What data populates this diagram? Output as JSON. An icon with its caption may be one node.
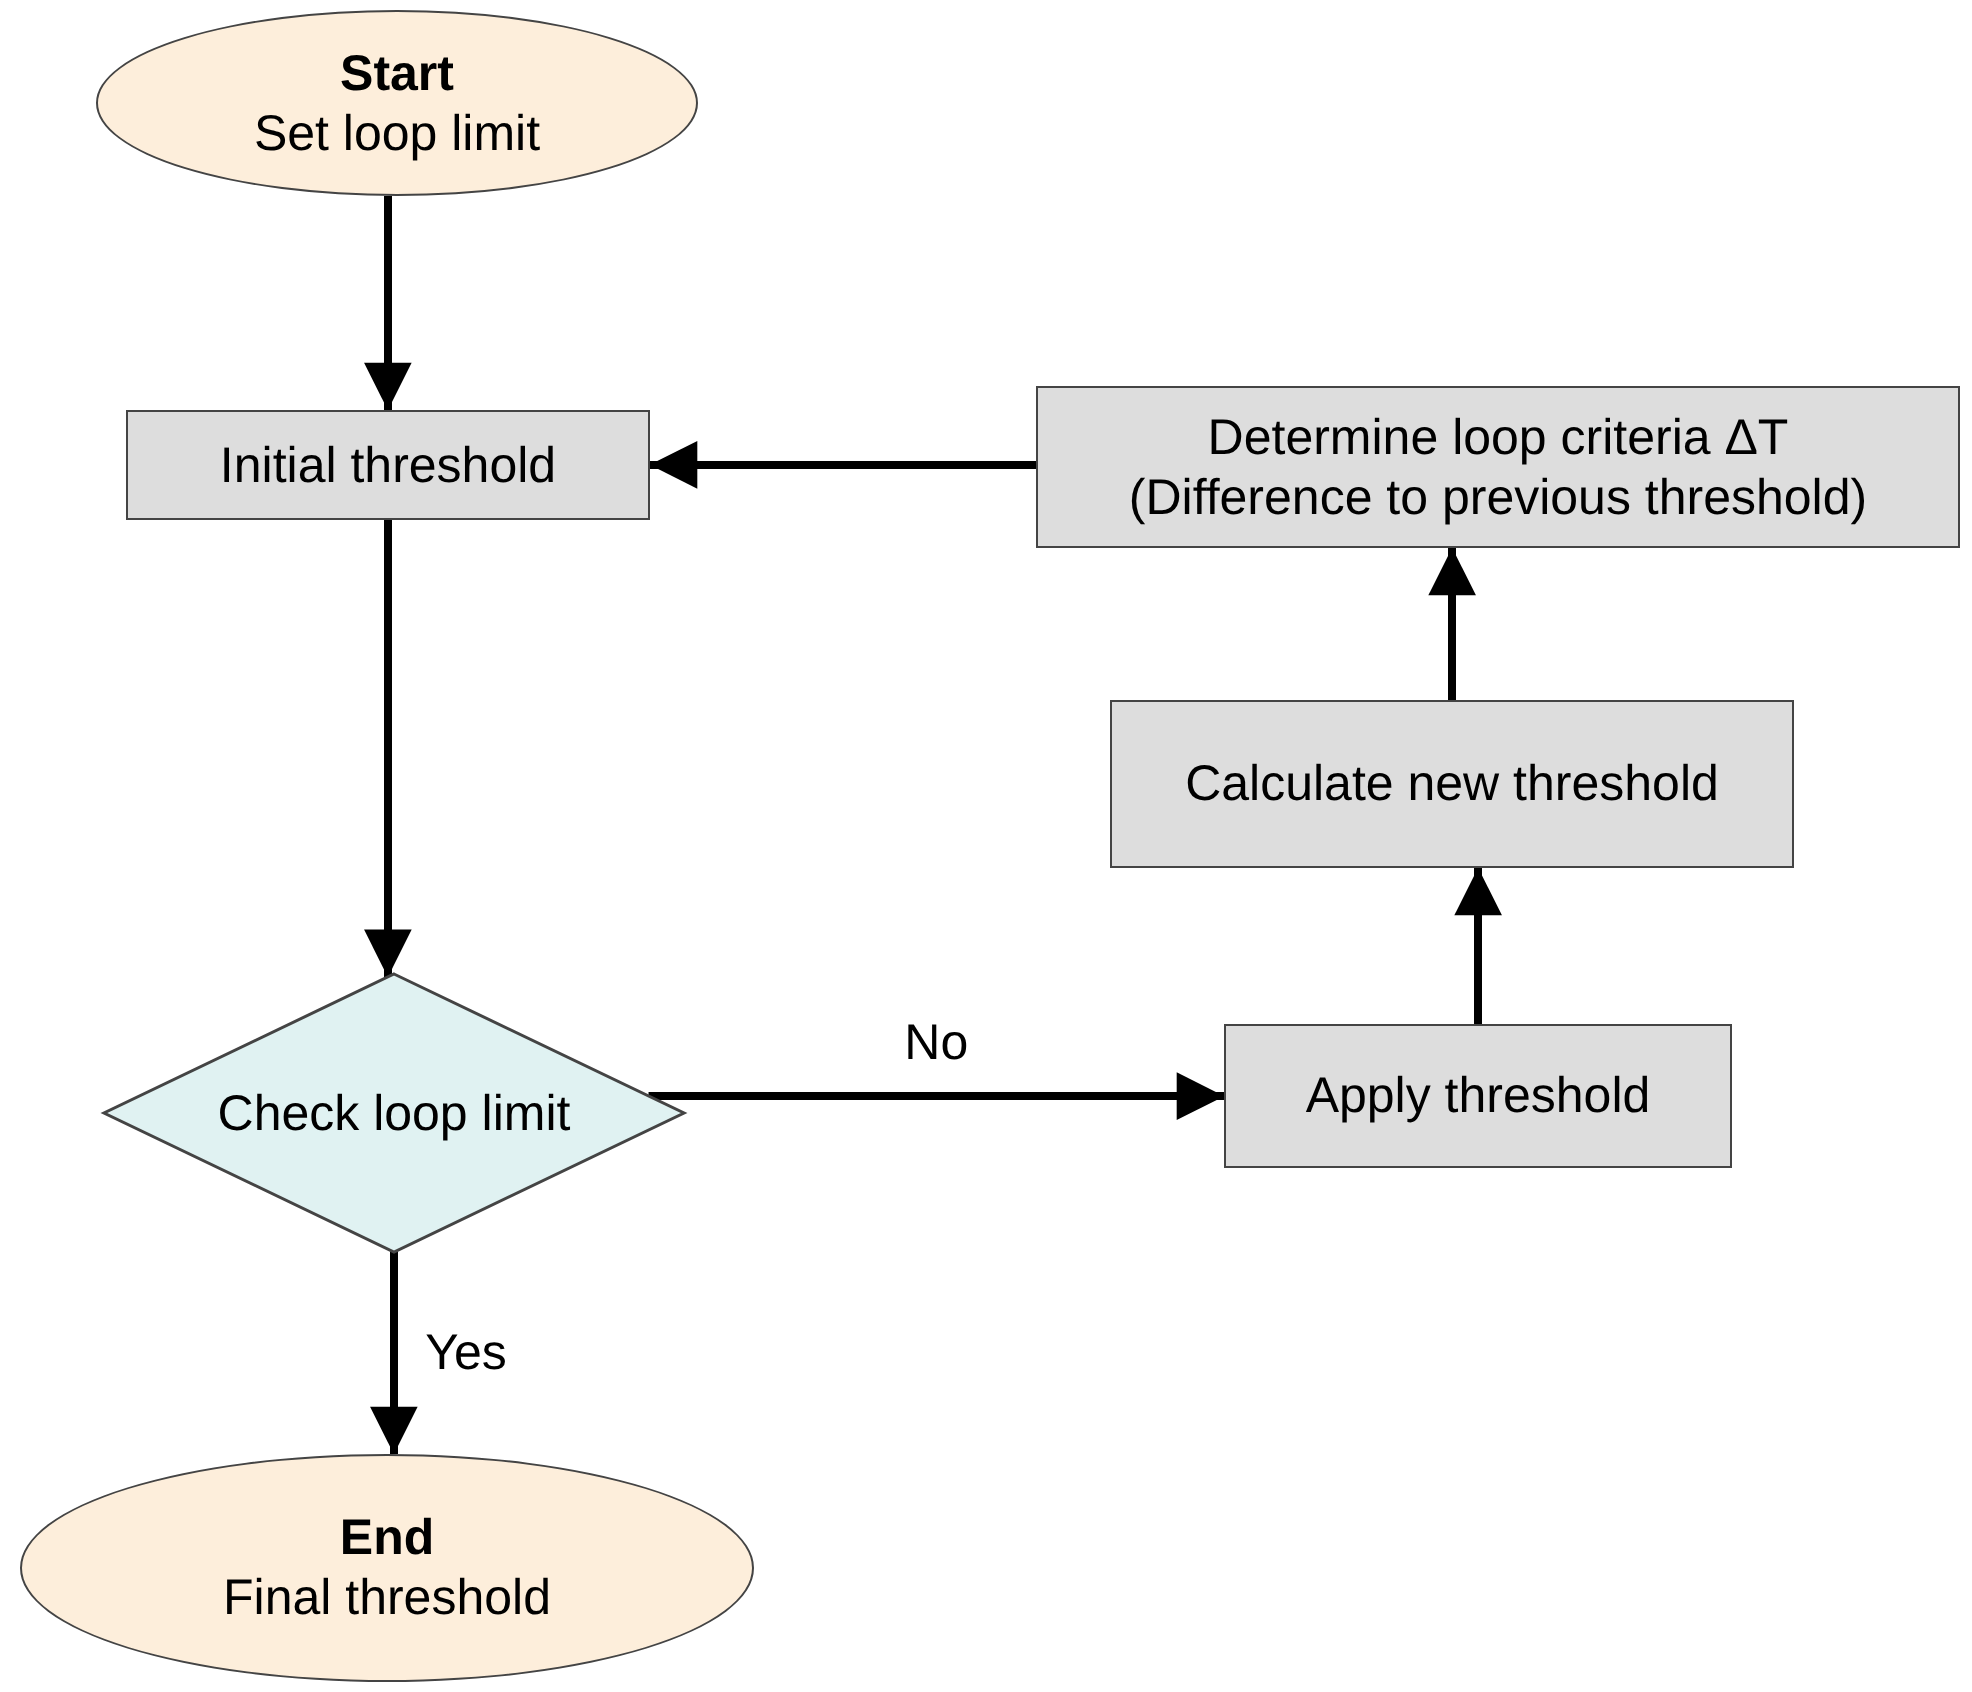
{
  "diagram": {
    "nodes": [
      {
        "text": [
          "Start",
          "Set loop limit"
        ]
      },
      {
        "text": [
          "Initial threshold"
        ]
      },
      {
        "text": [
          "Determine loop criteria ΔT",
          "(Difference to previous threshold)"
        ]
      },
      {
        "text": [
          "Calculate new threshold"
        ]
      },
      {
        "text": [
          "Check loop limit"
        ]
      },
      {
        "text": [
          "Apply threshold"
        ]
      },
      {
        "text": [
          "End",
          "Final threshold"
        ]
      }
    ],
    "edges": [
      {
        "from": 0,
        "to": 1,
        "arrow": "to"
      },
      {
        "from": 1,
        "to": 4,
        "arrow": "to"
      },
      {
        "from": 4,
        "to": 5,
        "arrow": "to",
        "label": "No"
      },
      {
        "from": 5,
        "to": 3,
        "arrow": "to"
      },
      {
        "from": 3,
        "to": 2,
        "arrow": "to"
      },
      {
        "from": 2,
        "to": 1,
        "arrow": "to"
      },
      {
        "from": 4,
        "to": 6,
        "arrow": "to",
        "label": "Yes"
      }
    ]
  }
}
